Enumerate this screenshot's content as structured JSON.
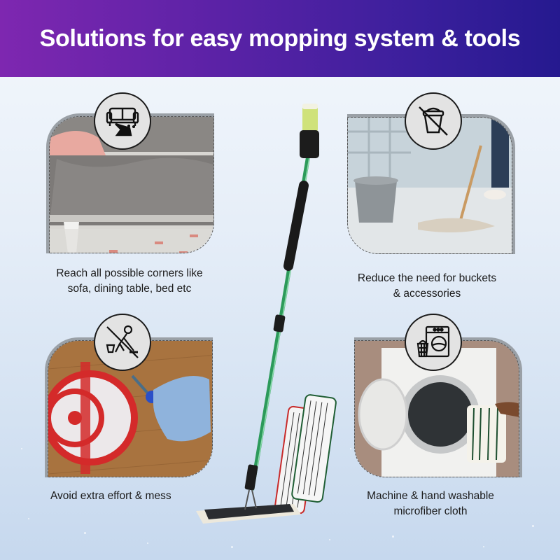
{
  "header": {
    "title": "Solutions for easy mopping system & tools",
    "gradient_start": "#7e27b0",
    "gradient_end": "#25198f"
  },
  "features": [
    {
      "id": "corners",
      "icon": "sofa-cleaning-icon",
      "caption_line1": "Reach all possible corners like",
      "caption_line2": "sofa, dining table, bed etc",
      "photo": "grey velvet sofa with pink cushion over tiled floor"
    },
    {
      "id": "buckets",
      "icon": "no-bucket-icon",
      "caption_line1": "Reduce the need for buckets",
      "caption_line2": "& accessories",
      "photo": "person mopping floor with string mop next to grey bucket"
    },
    {
      "id": "effort",
      "icon": "no-mopping-effort-icon",
      "caption_line1": "Avoid extra effort & mess",
      "caption_line2": "",
      "photo": "red bucket with wringer and blue string mop on wooden floor"
    },
    {
      "id": "washable",
      "icon": "washing-machine-icon",
      "caption_line1": "Machine & hand washable",
      "caption_line2": "microfiber cloth",
      "photo": "hand holding microfiber pad in front of washing machine"
    }
  ],
  "product": {
    "name": "spray flat mop with green telescopic handle",
    "pads": [
      "red-trim microfiber pad",
      "green-trim microfiber pad"
    ]
  }
}
